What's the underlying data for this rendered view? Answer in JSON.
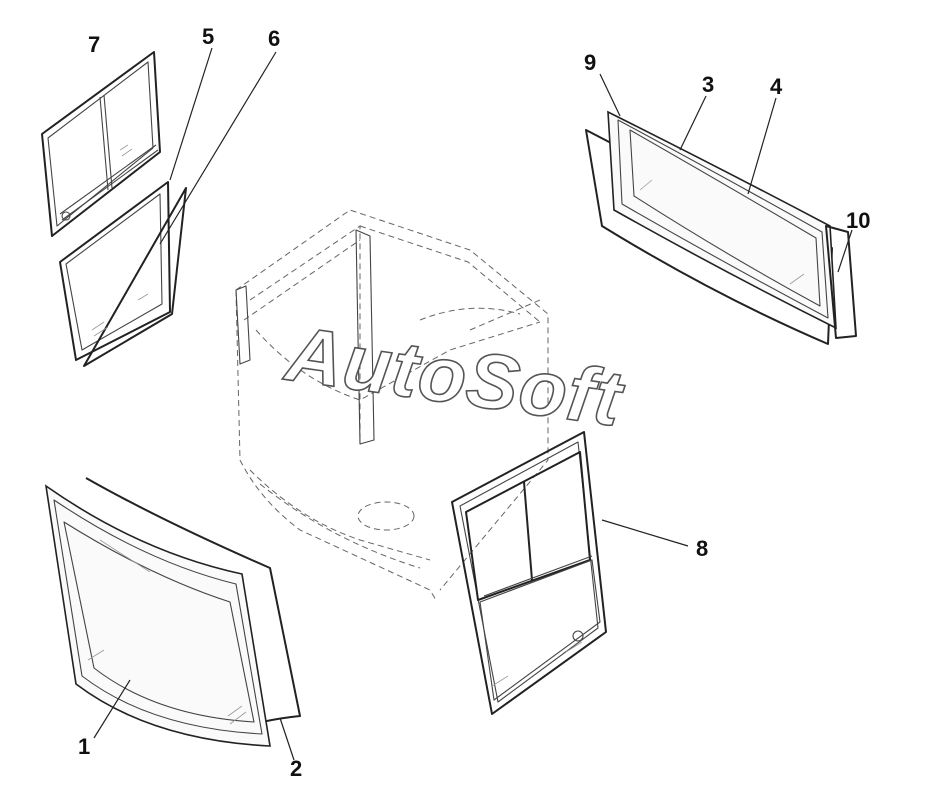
{
  "diagram": {
    "watermark": "AutoSoft",
    "callouts": [
      {
        "id": "1",
        "text": "1"
      },
      {
        "id": "2",
        "text": "2"
      },
      {
        "id": "3",
        "text": "3"
      },
      {
        "id": "4",
        "text": "4"
      },
      {
        "id": "5",
        "text": "5"
      },
      {
        "id": "6",
        "text": "6"
      },
      {
        "id": "7",
        "text": "7"
      },
      {
        "id": "8",
        "text": "8"
      },
      {
        "id": "9",
        "text": "9"
      },
      {
        "id": "10",
        "text": "10"
      }
    ]
  }
}
